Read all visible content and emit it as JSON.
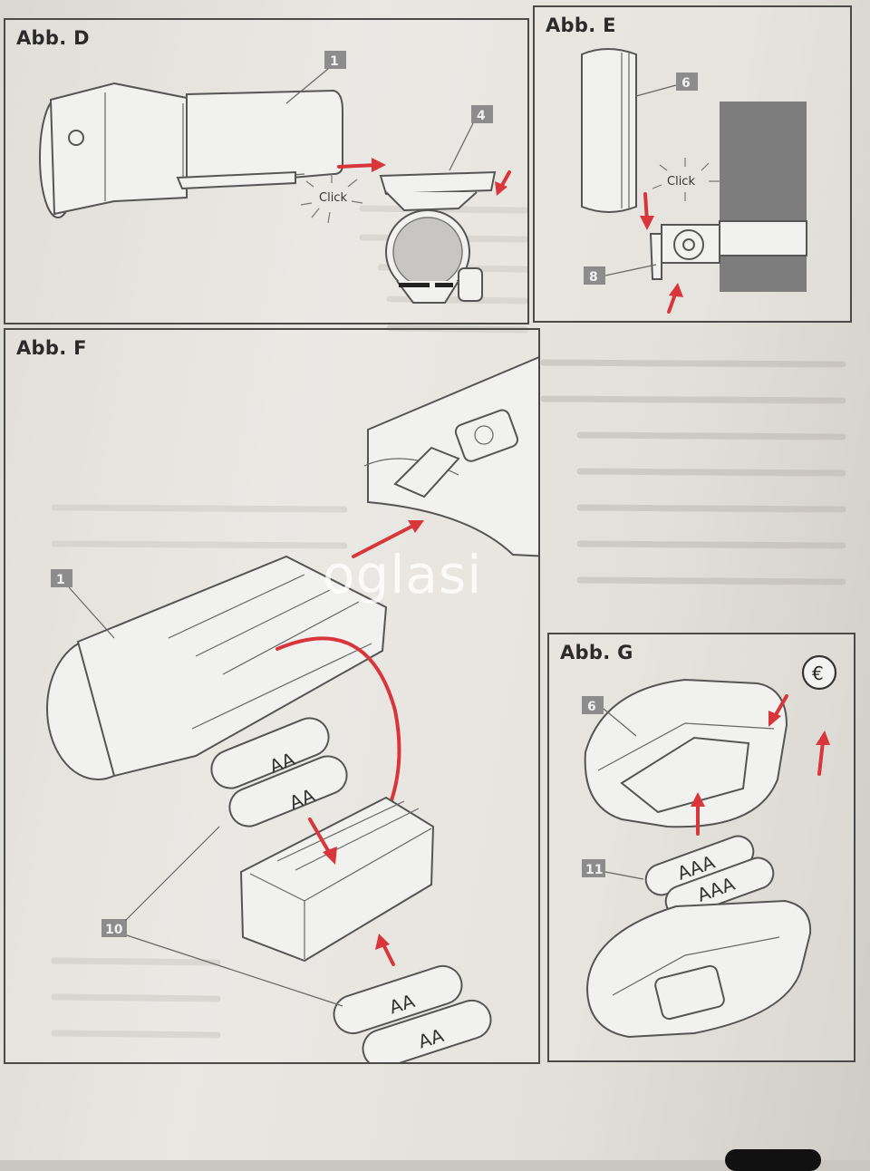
{
  "panels": {
    "d": {
      "title": "Abb. D",
      "badges": [
        "1",
        "4"
      ],
      "click": "Click"
    },
    "e": {
      "title": "Abb. E",
      "badges": [
        "6",
        "8"
      ],
      "click": "Click"
    },
    "f": {
      "title": "Abb. F",
      "badges": [
        "1",
        "10"
      ],
      "battery_label": "AA"
    },
    "g": {
      "title": "Abb. G",
      "badges": [
        "6",
        "11"
      ],
      "battery_label": "AAA",
      "coin_symbol": "€"
    }
  },
  "watermark": "oglasi",
  "colors": {
    "accent_arrow": "#d8363a",
    "badge": "#8c8c8c",
    "line": "#555555"
  }
}
